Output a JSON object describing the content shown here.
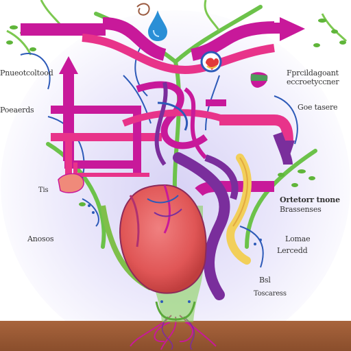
{
  "labels": {
    "left_top": "Pnueotcoltood",
    "left_mid": "Poeaerds",
    "left_small": "Tis",
    "left_low": "Anosos",
    "right_top_1": "Fprcildagoant",
    "right_top_2": "eccroetyccner",
    "right_mid": "Goe tasere",
    "right_low_1": "Ortetorr tnone",
    "right_low_2": "Brassenses",
    "right_lower_1": "Lomae",
    "right_lower_2": "Lercedd",
    "right_bottom_1": "Bsl",
    "right_bottom_2": "Toscaress"
  },
  "colors": {
    "magenta": "#c8199a",
    "pink": "#e8338a",
    "purple": "#7a2e9c",
    "green": "#6cc24a",
    "blue": "#2d5ab8",
    "heart": "#e05a5a",
    "soil": "#9a5a36",
    "halo": "#cbc6ee"
  }
}
